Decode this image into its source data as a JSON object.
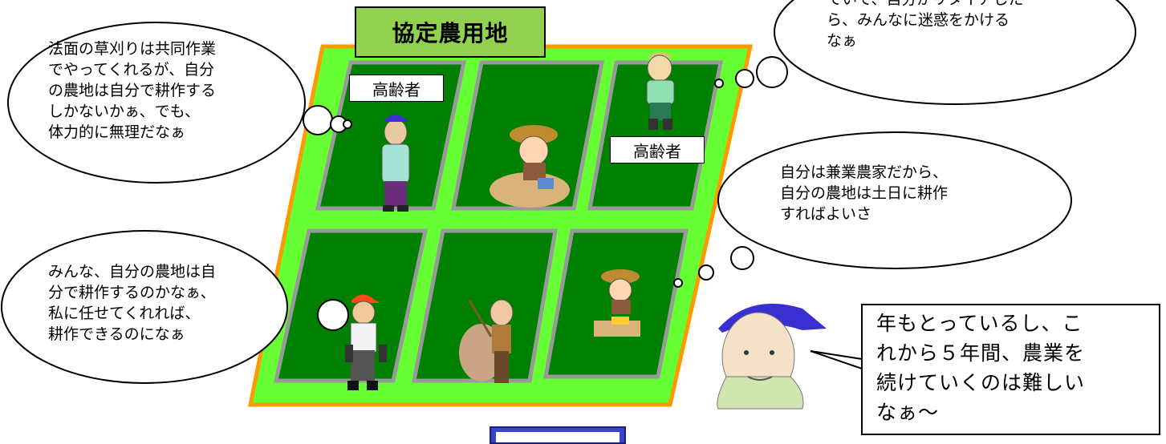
{
  "title": "協定農用地",
  "labels": {
    "elder_left": "高齢者",
    "elder_right": "高齢者"
  },
  "thoughts": {
    "top_left": "法面の草刈りは共同作業\nでやってくれるが、自分\nの農地は自分で耕作する\nしかないかぁ、でも、\n体力的に無理だなぁ",
    "top_right": "ていて、自分がリタイアした\nら、みんなに迷惑をかける\nなぁ",
    "mid_right": "自分は兼業農家だから、\n自分の農地は土日に耕作\nすればよいさ",
    "bottom_left": "みんな、自分の農地は自\n分で耕作するのかなぁ、\n私に任せてくれれば、\n耕作できるのになぁ"
  },
  "speech": {
    "old_farmer": "年もとっているし、こ\nれから５年間、農業を\n続けていくのは難しい\nなぁ～"
  },
  "colors": {
    "field_border": "#ff9900",
    "field_fill": "#66ff33",
    "plot_fill": "#008000",
    "plot_edge": "#999999",
    "title_fill": "#92d050",
    "cap_blue": "#3a2fd0"
  }
}
